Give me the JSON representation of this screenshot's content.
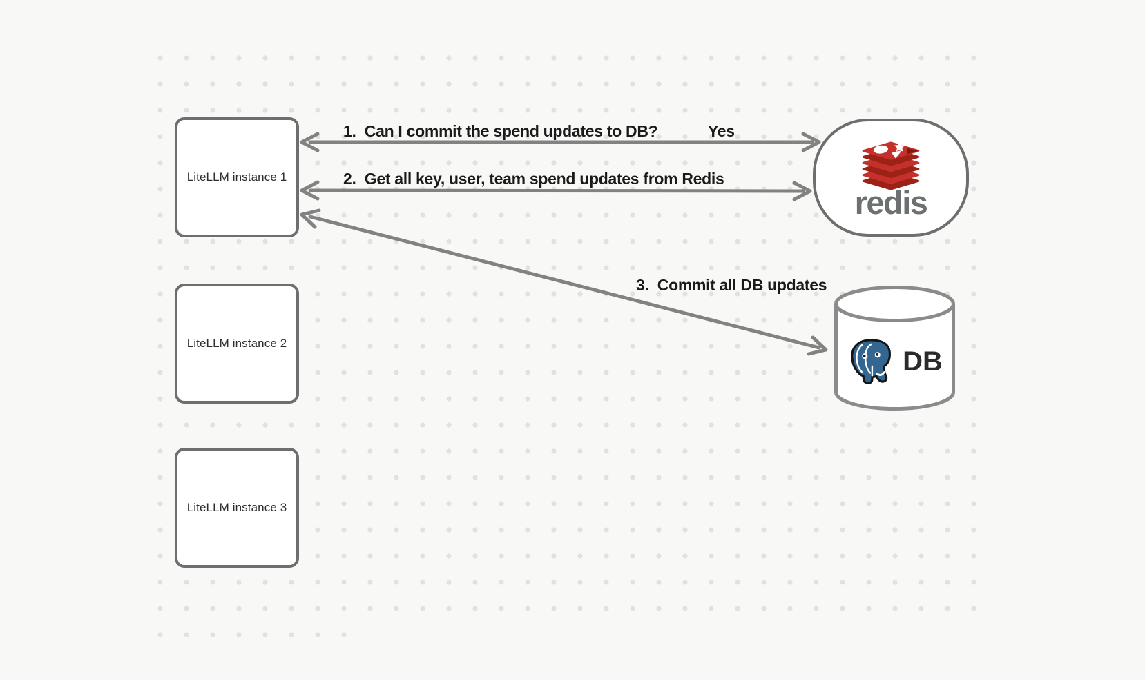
{
  "diagram": {
    "nodes": {
      "instance1": {
        "label": "LiteLLM instance 1"
      },
      "instance2": {
        "label": "LiteLLM instance 2"
      },
      "instance3": {
        "label": "LiteLLM instance 3"
      },
      "redis": {
        "label": "redis"
      },
      "db": {
        "label": "DB"
      }
    },
    "edges": [
      {
        "id": "1",
        "from": "instance1",
        "to": "redis",
        "label": "1.  Can I commit the spend updates to DB?",
        "response": "Yes",
        "direction": "bidirectional"
      },
      {
        "id": "2",
        "from": "instance1",
        "to": "redis",
        "label": "2.  Get all key, user, team spend updates from Redis",
        "direction": "bidirectional"
      },
      {
        "id": "3",
        "from": "instance1",
        "to": "db",
        "label": "3.  Commit all DB updates",
        "direction": "bidirectional"
      }
    ],
    "icons": {
      "redis_logo": "redis-stacked-cubes-logo",
      "postgres_logo": "postgresql-elephant-logo"
    },
    "colors": {
      "bg": "#f8f8f7",
      "dot_color": "#e2e1df",
      "node_border": "#6e6e6e",
      "node_text": "#2d2d2d",
      "arrow": "#828282",
      "label_text": "#1a1a1a",
      "cylinder_stroke": "#8b8b8b",
      "redis_red": "#c6302b",
      "redis_red_dark": "#9c2217",
      "redis_red_deep": "#801a10",
      "redis_word": "#6c7070",
      "postgres_blue": "#336791",
      "db_text": "#2b2b2b"
    }
  }
}
